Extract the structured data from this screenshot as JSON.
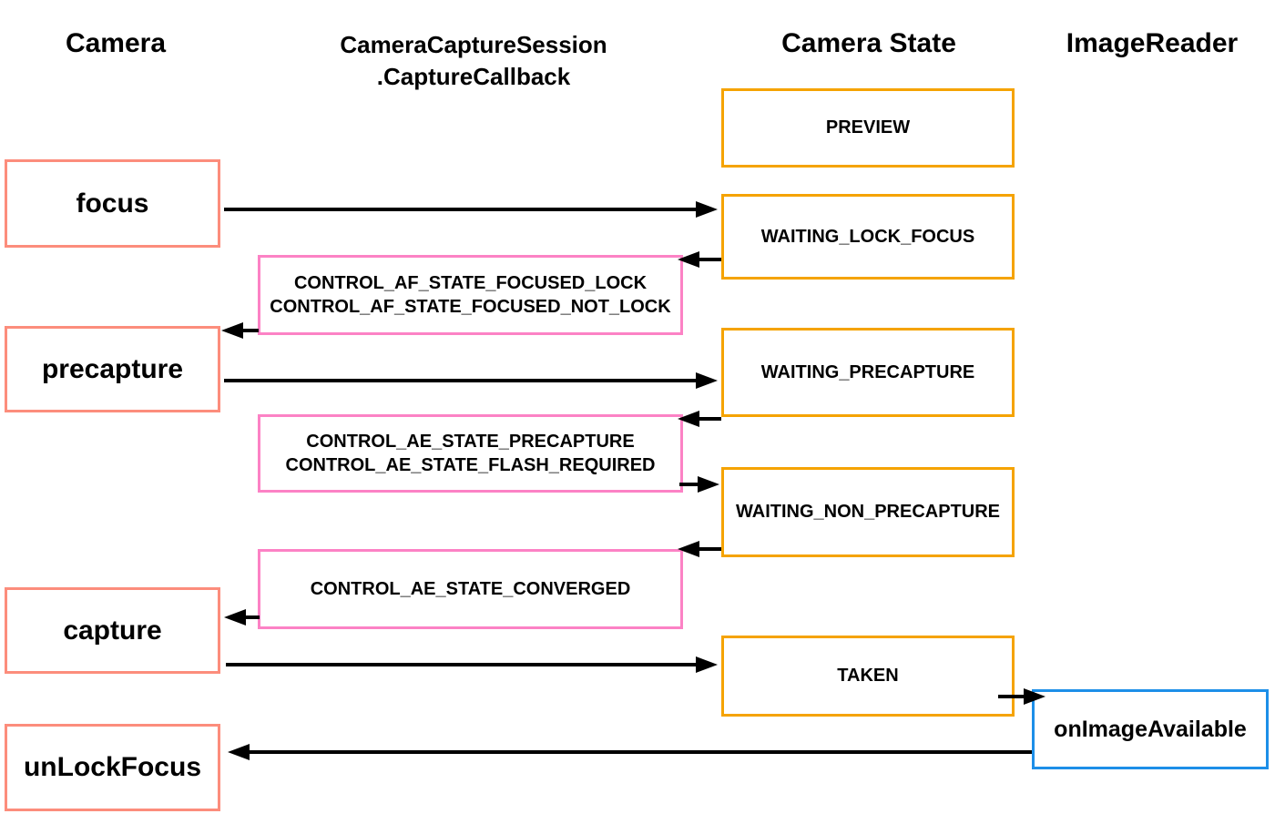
{
  "headers": {
    "camera": "Camera",
    "capture_callback": {
      "line1": "CameraCaptureSession",
      "line2": ".CaptureCallback"
    },
    "camera_state": "Camera State",
    "image_reader": "ImageReader"
  },
  "camera_actions": [
    {
      "label": "focus"
    },
    {
      "label": "precapture"
    },
    {
      "label": "capture"
    },
    {
      "label": "unLockFocus"
    }
  ],
  "callback_results": [
    {
      "line1": "CONTROL_AF_STATE_FOCUSED_LOCK",
      "line2": "CONTROL_AF_STATE_FOCUSED_NOT_LOCK"
    },
    {
      "line1": "CONTROL_AE_STATE_PRECAPTURE",
      "line2": "CONTROL_AE_STATE_FLASH_REQUIRED"
    },
    {
      "line1": "CONTROL_AE_STATE_CONVERGED",
      "line2": ""
    }
  ],
  "camera_states": [
    {
      "label": "PREVIEW"
    },
    {
      "label": "WAITING_LOCK_FOCUS"
    },
    {
      "label": "WAITING_PRECAPTURE"
    },
    {
      "label": "WAITING_NON_PRECAPTURE"
    },
    {
      "label": "TAKEN"
    }
  ],
  "image_reader_events": [
    {
      "label": "onImageAvailable"
    }
  ],
  "colors": {
    "camera_action_border": "#FC8D7C",
    "callback_border": "#FC82C5",
    "state_border": "#F5A300",
    "image_reader_border": "#1D8FE8",
    "arrow": "#000000",
    "background": "#FFFFFF",
    "text": "#000000"
  }
}
